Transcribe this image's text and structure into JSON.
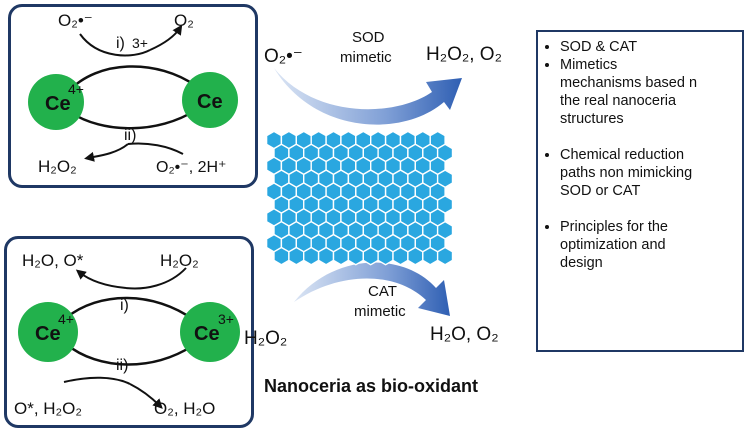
{
  "panel_top": {
    "top_left": "O₂•⁻",
    "top_right": "O₂",
    "step1": "i)",
    "step1_sup": "3+",
    "node_left": "Ce",
    "node_left_sup": "4+",
    "node_right": "Ce",
    "step2": "ii)",
    "bottom_left": "H₂O₂",
    "bottom_right": "O₂•⁻, 2H⁺"
  },
  "panel_bottom": {
    "top_left": "H₂O, O*",
    "top_right": "H₂O₂",
    "step1": "i)",
    "node_left": "Ce",
    "node_left_sup": "4+",
    "node_right": "Ce",
    "node_right_sup": "3+",
    "step2": "ii)",
    "bottom_left": "O*, H₂O₂",
    "bottom_right": "O₂, H₂O"
  },
  "center": {
    "sod_reactant": "O₂•⁻",
    "sod_label_1": "SOD",
    "sod_label_2": "mimetic",
    "sod_products": "H₂O₂, O₂",
    "cat_reactant": "H₂O₂",
    "cat_label_1": "CAT",
    "cat_label_2": "mimetic",
    "cat_products": "H₂O, O₂",
    "caption": "Nanoceria as bio-oxidant"
  },
  "bullets": [
    {
      "lines": [
        "SOD & CAT"
      ]
    },
    {
      "lines": [
        "Mimetics",
        "mechanisms based n",
        "the real nanoceria",
        "structures"
      ]
    },
    {
      "lines": [
        "Chemical reduction",
        "paths non mimicking",
        "SOD or CAT"
      ]
    },
    {
      "lines": [
        "Principles for the",
        "optimization and",
        "design"
      ]
    }
  ],
  "colors": {
    "ce_green": "#22b14c",
    "panel_border": "#1f3864",
    "arrow_blue": "#4472c4",
    "hex_blue": "#2aa7e0"
  }
}
